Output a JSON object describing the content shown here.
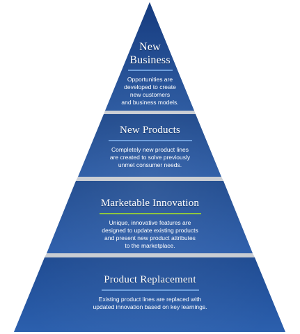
{
  "colors": {
    "tier_fill_top": "#163f86",
    "tier_fill_bottom": "#2a5fae",
    "separator": "#c7cbd1",
    "rule_blue": "#6f9fdc",
    "rule_green": "#8ec63f"
  },
  "pyramid": {
    "tiers": [
      {
        "title": "New\nBusiness",
        "description": "Opportunities are\ndeveloped to create\nnew customers\nand business models.",
        "rule_color": "#6f9fdc"
      },
      {
        "title": "New Products",
        "description": "Completely new product lines\nare created to solve previously\nunmet consumer needs.",
        "rule_color": "#6f9fdc"
      },
      {
        "title": "Marketable Innovation",
        "description": "Unique, innovative features are\ndesigned to update existing products\nand present new product attributes\nto the marketplace.",
        "rule_color": "#8ec63f"
      },
      {
        "title": "Product Replacement",
        "description": "Existing product lines are replaced with\nupdated innovation based on key learnings.",
        "rule_color": "#6f9fdc"
      }
    ]
  }
}
